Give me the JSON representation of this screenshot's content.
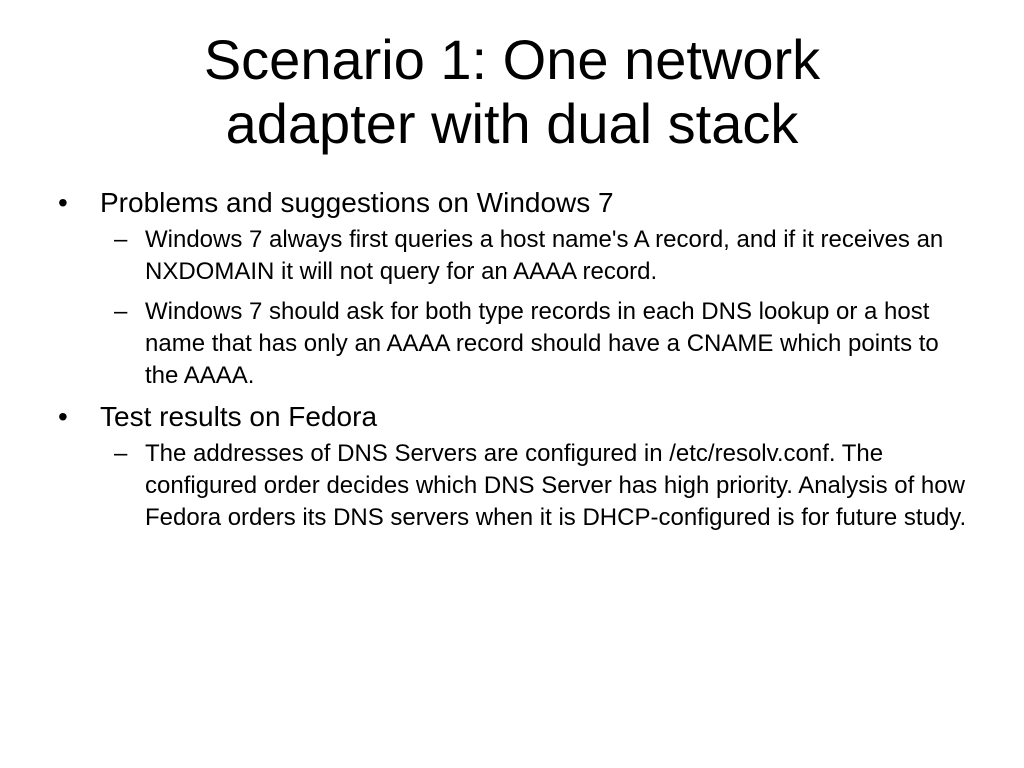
{
  "slide": {
    "title_lines": [
      "Scenario 1: One network",
      "adapter with dual stack"
    ],
    "bullet_marker": "•",
    "sub_marker": "–",
    "bullets": [
      {
        "text": "Problems and suggestions on Windows 7",
        "subs": [
          "Windows 7 always first queries a host name's A record, and if it receives an NXDOMAIN it will not query for an AAAA record.",
          "Windows 7 should ask for both type records in each DNS lookup or a host name that has only an AAAA record should have a CNAME which points to the AAAA."
        ]
      },
      {
        "text": "Test results on Fedora",
        "subs": [
          "The addresses of DNS Servers are configured in /etc/resolv.conf. The configured order decides which DNS Server has high priority. Analysis of how Fedora orders its DNS servers when it is DHCP-configured is for future study."
        ]
      }
    ]
  }
}
